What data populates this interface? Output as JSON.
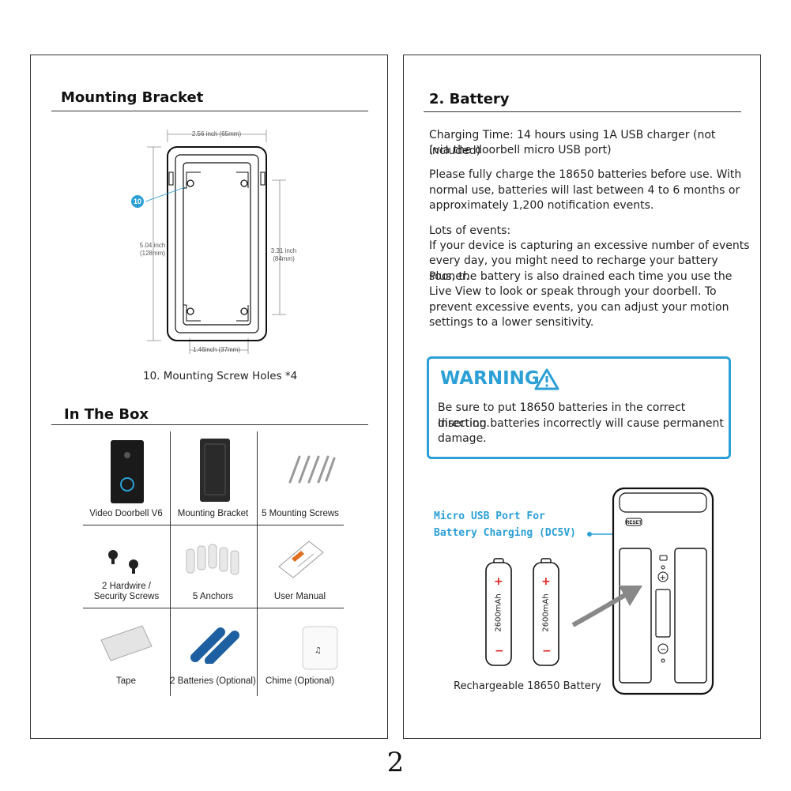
{
  "left": {
    "mounting_title": "Mounting Bracket",
    "dims": {
      "width": "2.56 inch (65mm)",
      "height_left_1": "5.04 inch",
      "height_left_2": "(128mm)",
      "height_right_1": "3.31 inch",
      "height_right_2": "(84mm)",
      "bottom": "1.46inch (37mm)",
      "callout": "10"
    },
    "caption": "10. Mounting Screw Holes *4",
    "inbox_title": "In The Box",
    "items": [
      {
        "label": "Video Doorbell V6"
      },
      {
        "label": "Mounting Bracket"
      },
      {
        "label": "5 Mounting Screws"
      },
      {
        "label": "2 Hardwire / Security Screws"
      },
      {
        "label": "5 Anchors"
      },
      {
        "label": "User Manual"
      },
      {
        "label": "Tape"
      },
      {
        "label": "2 Batteries (Optional)"
      },
      {
        "label": "Chime (Optional)"
      }
    ]
  },
  "right": {
    "title": "2. Battery",
    "charging_1": "Charging Time: 14 hours using 1A USB charger (not included)",
    "charging_2": "(via the doorbell micro USB port)",
    "para2_1": "Please fully charge the 18650 batteries before use. With",
    "para2_2": "normal use, batteries will last between 4 to 6 months or",
    "para2_3": "approximately 1,200 notification events.",
    "events_heading": "Lots of events:",
    "events_1": "If your device is capturing an excessive number of events",
    "events_2": "every day, you might need to recharge your battery sooner.",
    "events_3": "Plus, the battery is also drained each time you use the",
    "events_4": "Live View to look or speak through your doorbell. To",
    "events_5": "prevent excessive events, you can adjust your motion",
    "events_6": "settings to a lower sensitivity.",
    "warning_title": "WARNING",
    "warning_1": "Be sure to put 18650 batteries in the correct direction.",
    "warning_2": "Inserting batteries incorrectly will cause permanent",
    "warning_3": "damage.",
    "usb_note_1": "Micro USB Port For",
    "usb_note_2": "Battery Charging (DC5V)",
    "battery_capacity": "2600mAh",
    "reset_label": "RESET",
    "battery_caption": "Rechargeable 18650 Battery"
  },
  "page_number": "2",
  "colors": {
    "accent": "#2b9fd6",
    "battery_red": "#e02020"
  }
}
